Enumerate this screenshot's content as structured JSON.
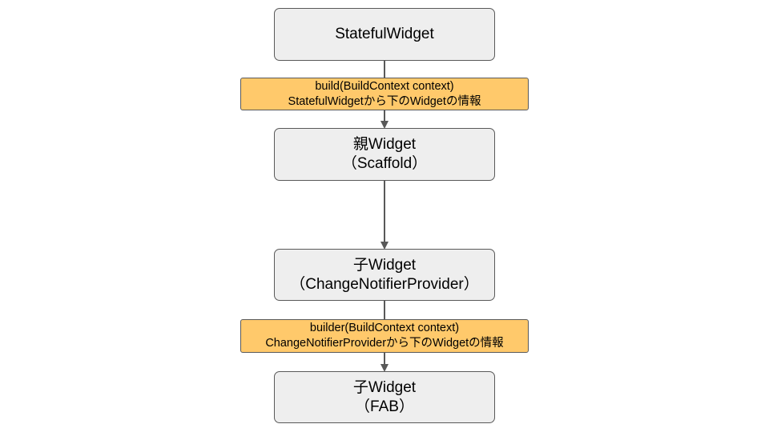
{
  "diagram": {
    "nodes": [
      {
        "id": "stateful",
        "lines": [
          "StatefulWidget"
        ]
      },
      {
        "id": "parent",
        "lines": [
          "親Widget",
          "（Scaffold）"
        ]
      },
      {
        "id": "child-provider",
        "lines": [
          "子Widget",
          "（ChangeNotifierProvider）"
        ]
      },
      {
        "id": "child-fab",
        "lines": [
          "子Widget",
          "（FAB）"
        ]
      }
    ],
    "edge_labels": [
      {
        "id": "build",
        "lines": [
          "build(BuildContext context)",
          "StatefulWidgetから下のWidgetの情報"
        ]
      },
      {
        "id": "builder",
        "lines": [
          "builder(BuildContext context)",
          "ChangeNotifierProviderから下のWidgetの情報"
        ]
      }
    ],
    "colors": {
      "node_fill": "#eeeeee",
      "node_border": "#595959",
      "label_fill": "#ffc96b",
      "connector": "#595959"
    }
  }
}
